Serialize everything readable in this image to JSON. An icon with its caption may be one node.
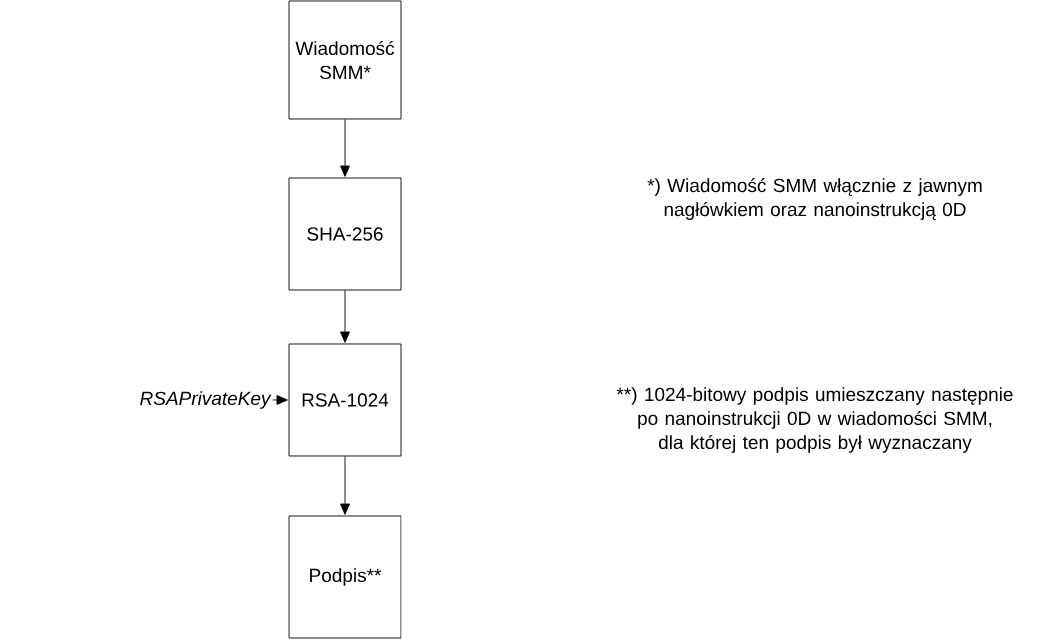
{
  "diagram": {
    "nodes": [
      {
        "text": [
          "Wiadomość SMM*"
        ]
      },
      {
        "text": [
          "SHA-256"
        ]
      },
      {
        "text": [
          "RSA-1024"
        ]
      },
      {
        "text": [
          "Podpis**"
        ]
      },
      {
        "text": [
          "RSAPrivateKey"
        ]
      }
    ],
    "edges": [
      {
        "from": 0,
        "to": 1,
        "arrow": "to"
      },
      {
        "from": 1,
        "to": 2,
        "arrow": "to"
      },
      {
        "from": 2,
        "to": 3,
        "arrow": "to"
      },
      {
        "from": 4,
        "to": 2,
        "arrow": "to"
      }
    ],
    "labels": [
      "*) Wiadomość SMM włącznie z jawnym nagłówkiem oraz nanoinstrukcją 0D",
      "**) 1024-bitowy podpis umieszczany następnie po nanoinstrukcji 0D w wiadomości SMM, dla której ten podpis był wyznaczany"
    ]
  }
}
